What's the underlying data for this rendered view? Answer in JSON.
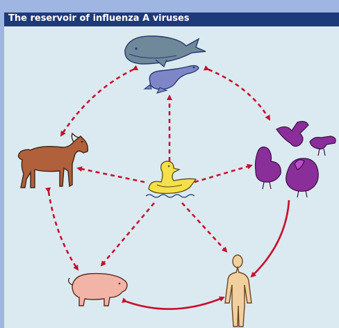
{
  "title": "The reservoir of influenza A viruses",
  "colors": {
    "frame": "#9fb6e3",
    "title_bar": "#1f3a7a",
    "panel": "#dbeaf0",
    "arrow": "#c8102e",
    "whale": "#6f889a",
    "seal": "#7f86c8",
    "duck": "#f4e04a",
    "horse": "#b0603a",
    "pig": "#f2b4a6",
    "bird": "#8a2e9a",
    "human": "#f2cf9e"
  },
  "nodes": [
    {
      "id": "whale",
      "icon": "whale-icon"
    },
    {
      "id": "seal",
      "icon": "seal-icon"
    },
    {
      "id": "wild-ducks",
      "icon": "duck-icon"
    },
    {
      "id": "horse",
      "icon": "horse-icon"
    },
    {
      "id": "birds",
      "icon": "bird-icon"
    },
    {
      "id": "poultry",
      "icon": "turkey-icon"
    },
    {
      "id": "pig",
      "icon": "pig-icon"
    },
    {
      "id": "human",
      "icon": "human-icon"
    }
  ]
}
